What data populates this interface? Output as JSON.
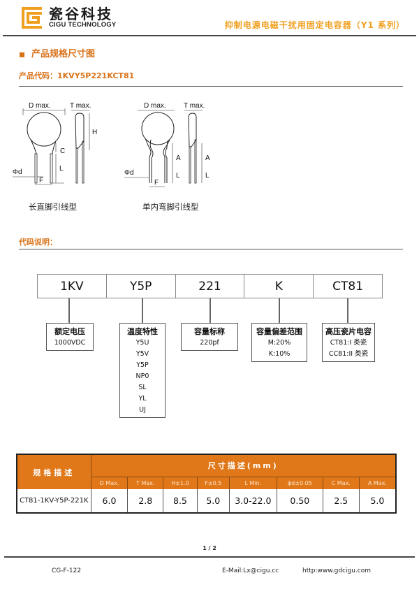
{
  "header": {
    "logo_cn": "瓷谷科技",
    "logo_en": "CIGU TECHNOLOGY",
    "series_title": "抑制电源电磁干扰用固定电容器（Y1  系列）",
    "brand_color": "#f0a020"
  },
  "section": {
    "title": "产品规格尺寸图",
    "product_code": "产品代码：1KVY5P221KCT81",
    "accent_color": "#d9731a"
  },
  "diagrams": [
    {
      "caption": "长直脚引线型",
      "labels": [
        "D max.",
        "T max.",
        "H",
        "C",
        "L",
        "Φd",
        "F"
      ]
    },
    {
      "caption": "单内弯脚引线型",
      "labels": [
        "D max.",
        "T max.",
        "A",
        "A",
        "L",
        "L",
        "Φd",
        "F"
      ]
    }
  ],
  "explain": {
    "label": "代码说明：",
    "codes": [
      "1KV",
      "Y5P",
      "221",
      "K",
      "CT81"
    ],
    "descriptions": [
      {
        "title": "额定电压",
        "lines": [
          "1000VDC"
        ]
      },
      {
        "title": "温度特性",
        "lines": [
          "Y5U",
          "Y5V",
          "Y5P",
          "NP0",
          "SL",
          "YL",
          "UJ"
        ]
      },
      {
        "title": "容量标称",
        "lines": [
          "220pf"
        ]
      },
      {
        "title": "容量偏差范围",
        "lines": [
          "M:20%",
          "K:10%"
        ]
      },
      {
        "title": "高压瓷片电容",
        "lines": [
          "CT81:I 类瓷",
          "CC81:II 类瓷"
        ]
      }
    ]
  },
  "spec_table": {
    "header_spec": "规格描述",
    "header_dims": "尺寸描述(mm)",
    "columns": [
      "D Max.",
      "T Max.",
      "H±1.0",
      "F±0.5",
      "L Min.",
      "ϕd±0.05",
      "C Max.",
      "A Max."
    ],
    "rows": [
      {
        "name": "CT81-1KV-Y5P-221K",
        "values": [
          "6.0",
          "2.8",
          "8.5",
          "5.0",
          "3.0-22.0",
          "0.50",
          "2.5",
          "5.0"
        ]
      }
    ],
    "header_color": "#e0781a"
  },
  "footer": {
    "page": "1 / 2",
    "doc_code": "CG-F-122",
    "email": "E-Mail:Lx@cigu.cc",
    "website": "http:www.gdcigu.com"
  }
}
